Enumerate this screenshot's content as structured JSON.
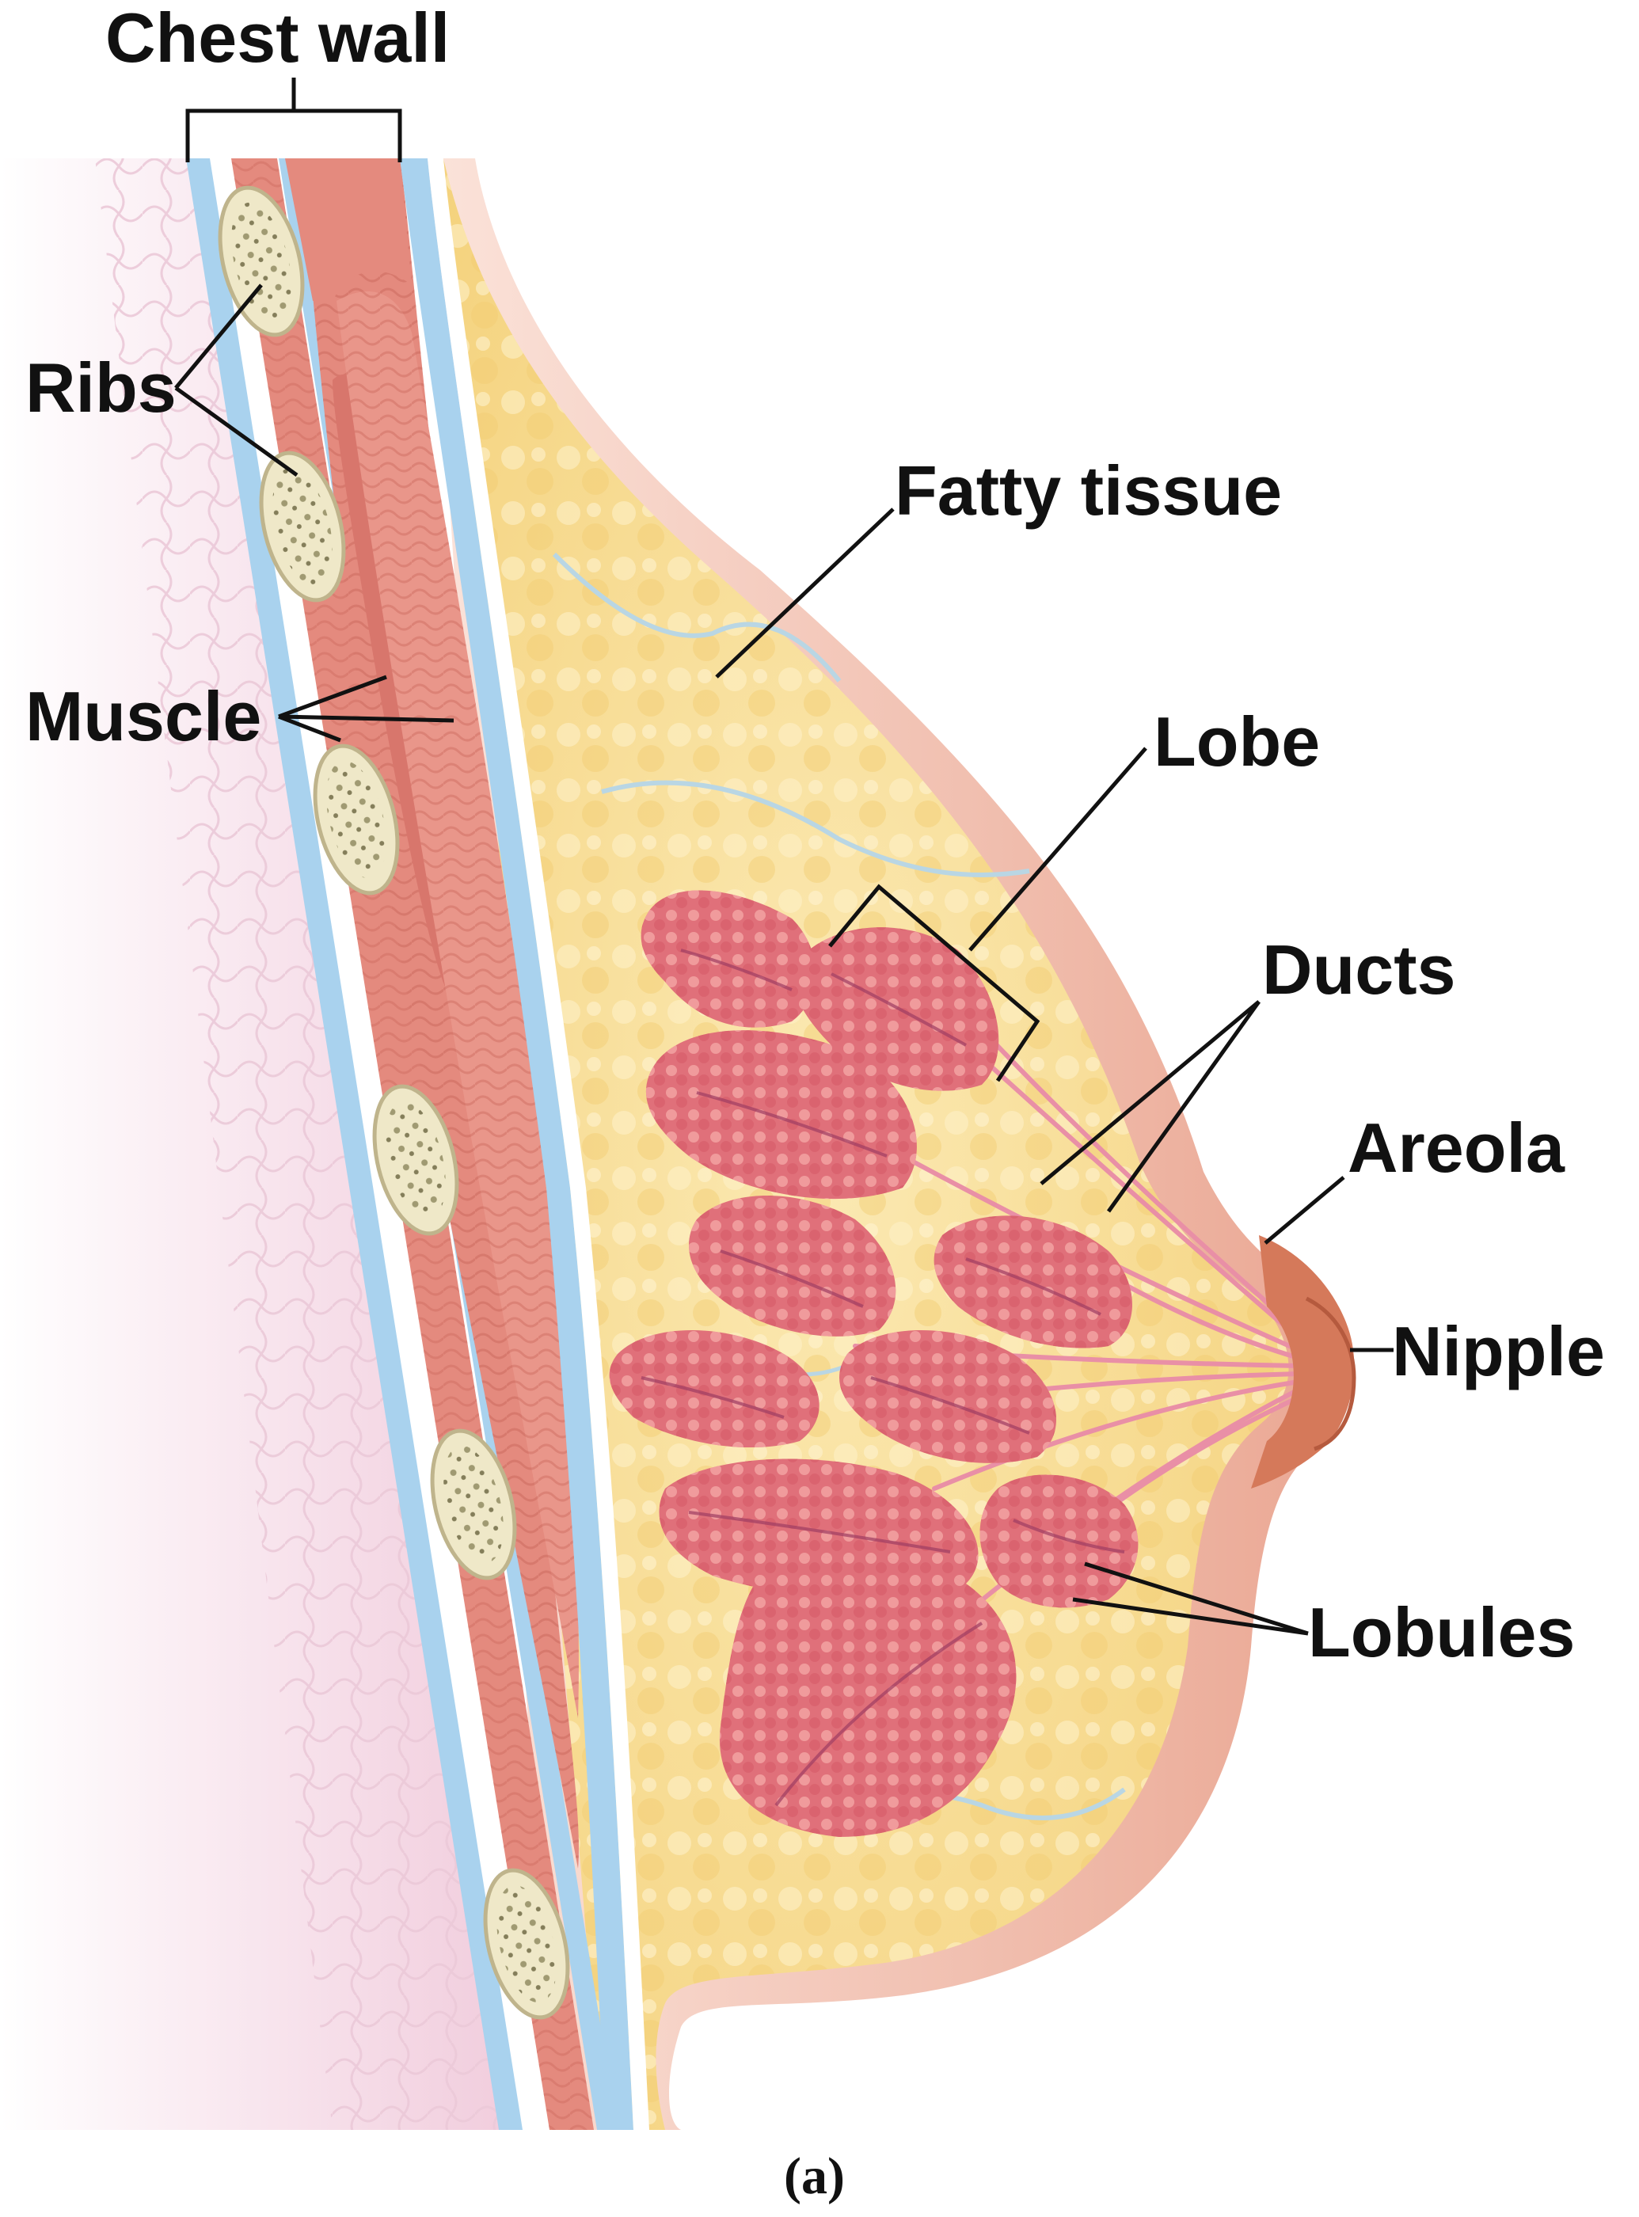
{
  "labels": {
    "chest_wall": "Chest wall",
    "ribs": "Ribs",
    "muscle": "Muscle",
    "fatty_tissue": "Fatty tissue",
    "lobe": "Lobe",
    "ducts": "Ducts",
    "areola": "Areola",
    "nipple": "Nipple",
    "lobules": "Lobules"
  },
  "caption": "(a)",
  "colors": {
    "background": "#ffffff",
    "lung_tissue": "#f6dde8",
    "muscle": "#e48a7e",
    "muscle_dark": "#c9655a",
    "fascia_blue": "#a9d2ee",
    "rib_bone": "#efe8c8",
    "fat": "#f8dc8a",
    "fat_light": "#fbeab0",
    "skin": "#f3c0b0",
    "skin_outer": "#e9a891",
    "lobule_pink": "#e0707a",
    "lobule_dark": "#c14d5d",
    "duct": "#e98fa6",
    "areola": "#d5795a"
  }
}
